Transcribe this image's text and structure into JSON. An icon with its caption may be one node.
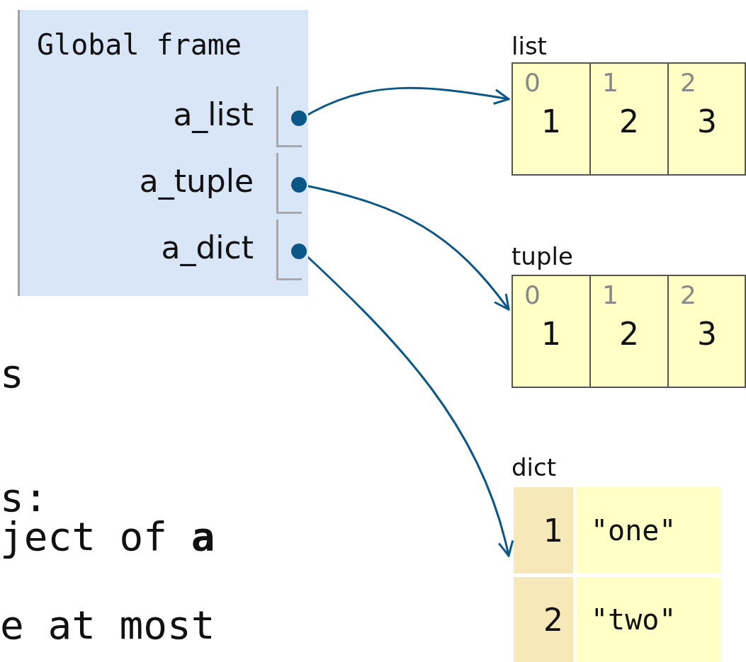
{
  "diagram": {
    "nodes": [
      {
        "text": [
          "Global frame"
        ]
      },
      {
        "text": [
          "a_list"
        ],
        "in": 0
      },
      {
        "text": [
          "a_tuple"
        ],
        "in": 0
      },
      {
        "text": [
          "a_dict"
        ],
        "in": 0
      },
      {
        "text": [
          "list"
        ]
      },
      {
        "text": [
          "0",
          "1"
        ],
        "in": 4
      },
      {
        "text": [
          "1",
          "2"
        ],
        "in": 4
      },
      {
        "text": [
          "2",
          "3"
        ],
        "in": 4
      },
      {
        "text": [
          "tuple"
        ]
      },
      {
        "text": [
          "0",
          "1"
        ],
        "in": 8
      },
      {
        "text": [
          "1",
          "2"
        ],
        "in": 8
      },
      {
        "text": [
          "2",
          "3"
        ],
        "in": 8
      },
      {
        "text": [
          "dict"
        ]
      },
      {
        "text": [
          "1"
        ],
        "in": 12
      },
      {
        "text": [
          "\"one\""
        ],
        "in": 12
      },
      {
        "text": [
          "2"
        ],
        "in": 12
      },
      {
        "text": [
          "\"two\""
        ],
        "in": 12
      }
    ],
    "edges": [
      {
        "from": 1,
        "to": 4,
        "arrow": "to"
      },
      {
        "from": 2,
        "to": 8,
        "arrow": "to"
      },
      {
        "from": 3,
        "to": 12,
        "arrow": "to"
      }
    ],
    "labels": [
      "s",
      "s:",
      "ject of **a**",
      "e at most"
    ]
  }
}
